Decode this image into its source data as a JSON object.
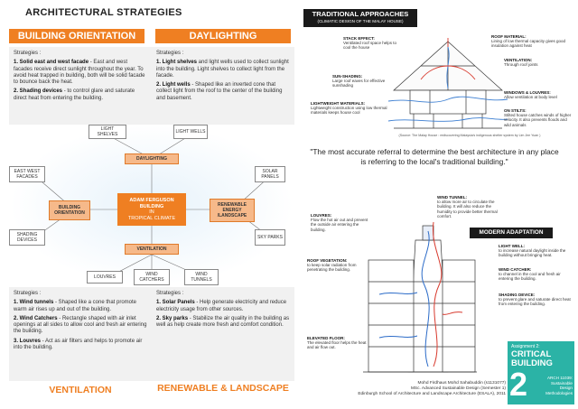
{
  "page_title": "ARCHITECTURAL STRATEGIES",
  "building_orientation": {
    "heading": "BUILDING ORIENTATION",
    "intro": "Strategies :",
    "items": [
      {
        "title": "1. Solid east and west facade",
        "body": " - East and west facades receive direct sunlight throughout the year. To avoid heat trapped in building, both will be solid facade to bounce back the heat."
      },
      {
        "title": "2. Shading devices",
        "body": " - to control glare and saturate direct heat from entering the building."
      }
    ]
  },
  "daylighting": {
    "heading": "DAYLIGHTING",
    "intro": "Strategies :",
    "items": [
      {
        "title": "1. Light shelves",
        "body": " and light wells used to collect sunlight into the building. Light shelves to collect light from the facade."
      },
      {
        "title": "2. Light wells",
        "body": " - Shaped like an inverted cone that collect light from the roof to the center of the building and basement."
      }
    ]
  },
  "ventilation": {
    "heading": "VENTILATION",
    "intro": "Strategies :",
    "items": [
      {
        "title": "1. Wind tunnels",
        "body": " - Shaped like a cone that promote warm air rises up and out of the building."
      },
      {
        "title": "2. Wind Catchers",
        "body": " - Rectangle shaped with air inlet openings at all sides to allow cool and fresh air entering the building."
      },
      {
        "title": "3. Louvres",
        "body": " - Act as air filters and helps to promote air into the building."
      }
    ]
  },
  "renewable": {
    "heading": "RENEWABLE & LANDSCAPE",
    "intro": "Strategies :",
    "items": [
      {
        "title": "1. Solar Panels",
        "body": " - Help generate electricity and reduce electricity usage from other sources."
      },
      {
        "title": "2. Sky parks",
        "body": " - Stabilize the air quality in the building as well as help create more fresh and comfort condition."
      }
    ]
  },
  "mindmap": {
    "hub": {
      "line1": "ADAM FERGUSON",
      "line2": "BUILDING",
      "line3": "IN",
      "line4": "TROPICAL CLIMATE"
    },
    "centers": {
      "top": "DAYLIGHTING",
      "left": "BUILDING ORIENTATION",
      "right": "RENEWABLE ENERGY /LANDSCAPE",
      "bottom": "VENTILATION"
    },
    "leaves": {
      "light_shelves": "LIGHT SHELVES",
      "light_wells": "LIGHT WELLS",
      "east_west": "EAST WEST FACADES",
      "shading": "SHADING DEVICES",
      "solar": "SOLAR PANELS",
      "sky": "SKY PARKS",
      "louvres": "LOUVRES",
      "wind_catchers": "WIND CATCHERS",
      "wind_tunnels": "WIND TUNNELS"
    }
  },
  "traditional": {
    "heading": "TRADITIONAL APPROACHES",
    "subheading": "(CLIMATIC DESIGN OF THE MALAY HOUSE)",
    "annotations": {
      "stack": {
        "title": "STACK EFFECT:",
        "body": "Ventilated roof space helps to cool the house"
      },
      "roof_material": {
        "title": "ROOF MATERIAL:",
        "body": "Lining of low thermal capacity gives good insulation against heat"
      },
      "ventilation": {
        "title": "VENTILATION:",
        "body": "Through roof joints"
      },
      "sun_shading": {
        "title": "SUN-SHADING:",
        "body": "Large roof eaves for effective sunshading"
      },
      "windows": {
        "title": "WINDOWS & LOUVRES:",
        "body": "Allow ventilation at body level"
      },
      "lightweight": {
        "title": "LIGHTWEIGHT MATERIALS:",
        "body": "Lightweight construction using low thermal materials keeps house cool"
      },
      "stilts": {
        "title": "ON STILTS:",
        "body": "Stilted house catches winds of higher velocity. It also prevents floods and wild animals"
      }
    },
    "source": "(Source: The Malay House : rediscovering Malaysia's indigenous shelter system by Lim Jee Yuan )"
  },
  "quote": "\"The most accurate referral to determine the best architecture in any place is referring to the local's traditional building.\"",
  "modern": {
    "heading": "MODERN ADAPTATION",
    "annotations": {
      "wind_tunnel": {
        "title": "WIND TUNNEL:",
        "body": "to allow more air to circulate the building. It will also reduce the humidity to provide better thermal comfort."
      },
      "louvres": {
        "title": "LOUVRES:",
        "body": "Flow the hot air out and prevent the outside air entering the building."
      },
      "light_well": {
        "title": "LIGHT WELL:",
        "body": "to increase natural daylight inside the building without bringing heat."
      },
      "roof_vegetation": {
        "title": "ROOF VEGETATION:",
        "body": "to keep solar radiation from penetrating the building."
      },
      "wind_catcher": {
        "title": "WIND CATCHER:",
        "body": "to channel in the cool and fresh air entering the building."
      },
      "shading_device": {
        "title": "SHADING DEVICE:",
        "body": "to prevent glare and saturate direct heat from entering the building."
      },
      "elevated_floor": {
        "title": "ELEVATED FLOOR:",
        "body": "The elevated floor helps the heat and air flow out."
      }
    }
  },
  "credits": {
    "author": "Mohd Firdhaus Mohd Sahabuddin (s1131077)",
    "programme": "MSc. Advanced Sustainable Design (Semester 1)",
    "school": "Edinburgh School of Architecture and Landscape Architecture (ESALA), 2011"
  },
  "assignment": {
    "label": "Assignment 2:",
    "title_line1": "CRITICAL",
    "title_line2": "BUILDING",
    "number": "2",
    "course_code": "ARCH 11039:",
    "course_line1": "Sustainable",
    "course_line2": "Design",
    "course_line3": "Methodologies"
  },
  "colors": {
    "accent": "#ef7f22",
    "hub": "#f6b98a",
    "panel": "#f1f1f1",
    "teal": "#2bb3a6"
  }
}
